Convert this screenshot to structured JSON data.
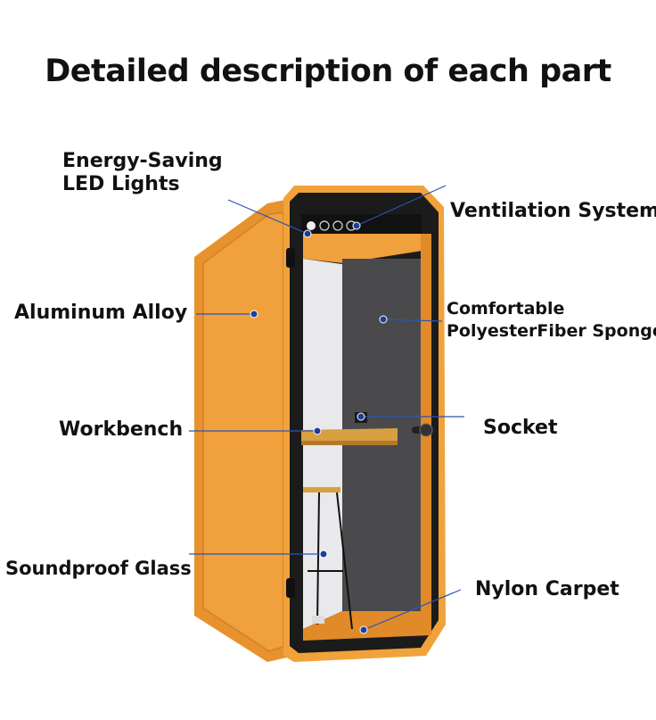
{
  "title": "Detailed description of each part",
  "labels": {
    "led": [
      "Energy-Saving",
      "LED Lights"
    ],
    "ventilation": "Ventilation System",
    "aluminum": "Aluminum Alloy",
    "sponge": [
      "Comfortable",
      "PolyesterFiber Sponge"
    ],
    "workbench": "Workbench",
    "socket": "Socket",
    "glass": "Soundproof Glass",
    "carpet": "Nylon Carpet"
  },
  "colors": {
    "booth_orange": "#f2a23a",
    "booth_orange_dark": "#d98a26",
    "frame_black": "#1b1b1b",
    "felt_gray": "#4a4a4c",
    "leader_line": "#2a55b0",
    "marker": "#1c3f9e",
    "wood": "#d8a040"
  }
}
